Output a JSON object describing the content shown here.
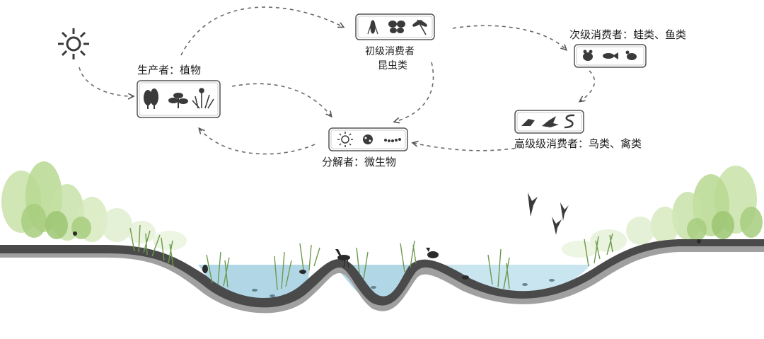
{
  "nodes": {
    "producer": {
      "label": "生产者：植物",
      "icons": [
        "tree-icon",
        "leaf-icon",
        "grass-icon"
      ]
    },
    "primary": {
      "label_line1": "初级消费者",
      "label_line2": "昆虫类",
      "icons": [
        "locust-icon",
        "butterfly-icon",
        "dragonfly-icon"
      ]
    },
    "secondary": {
      "label": "次级消费者：蛙类、鱼类",
      "icons": [
        "frog-icon",
        "fish-icon",
        "mouse-icon"
      ]
    },
    "tertiary": {
      "label": "高级级消费者：鸟类、禽类",
      "icons": [
        "bird-icon",
        "duck-icon",
        "snake-icon"
      ]
    },
    "decomposer": {
      "label": "分解者：微生物",
      "icons": [
        "microbe-icon",
        "ladybug-icon",
        "worm-icon"
      ]
    }
  },
  "sun": {
    "icon": "sun-icon"
  },
  "colors": {
    "icon": "#3a3a3a",
    "arrow": "#666666",
    "water": "#9fcde0",
    "ground": "#4a4a4a",
    "ground_shadow": "#9a9a9a",
    "tree_light": "#c5dfa3",
    "tree_mid": "#a6cc7c",
    "reed": "#6c9a4c"
  }
}
